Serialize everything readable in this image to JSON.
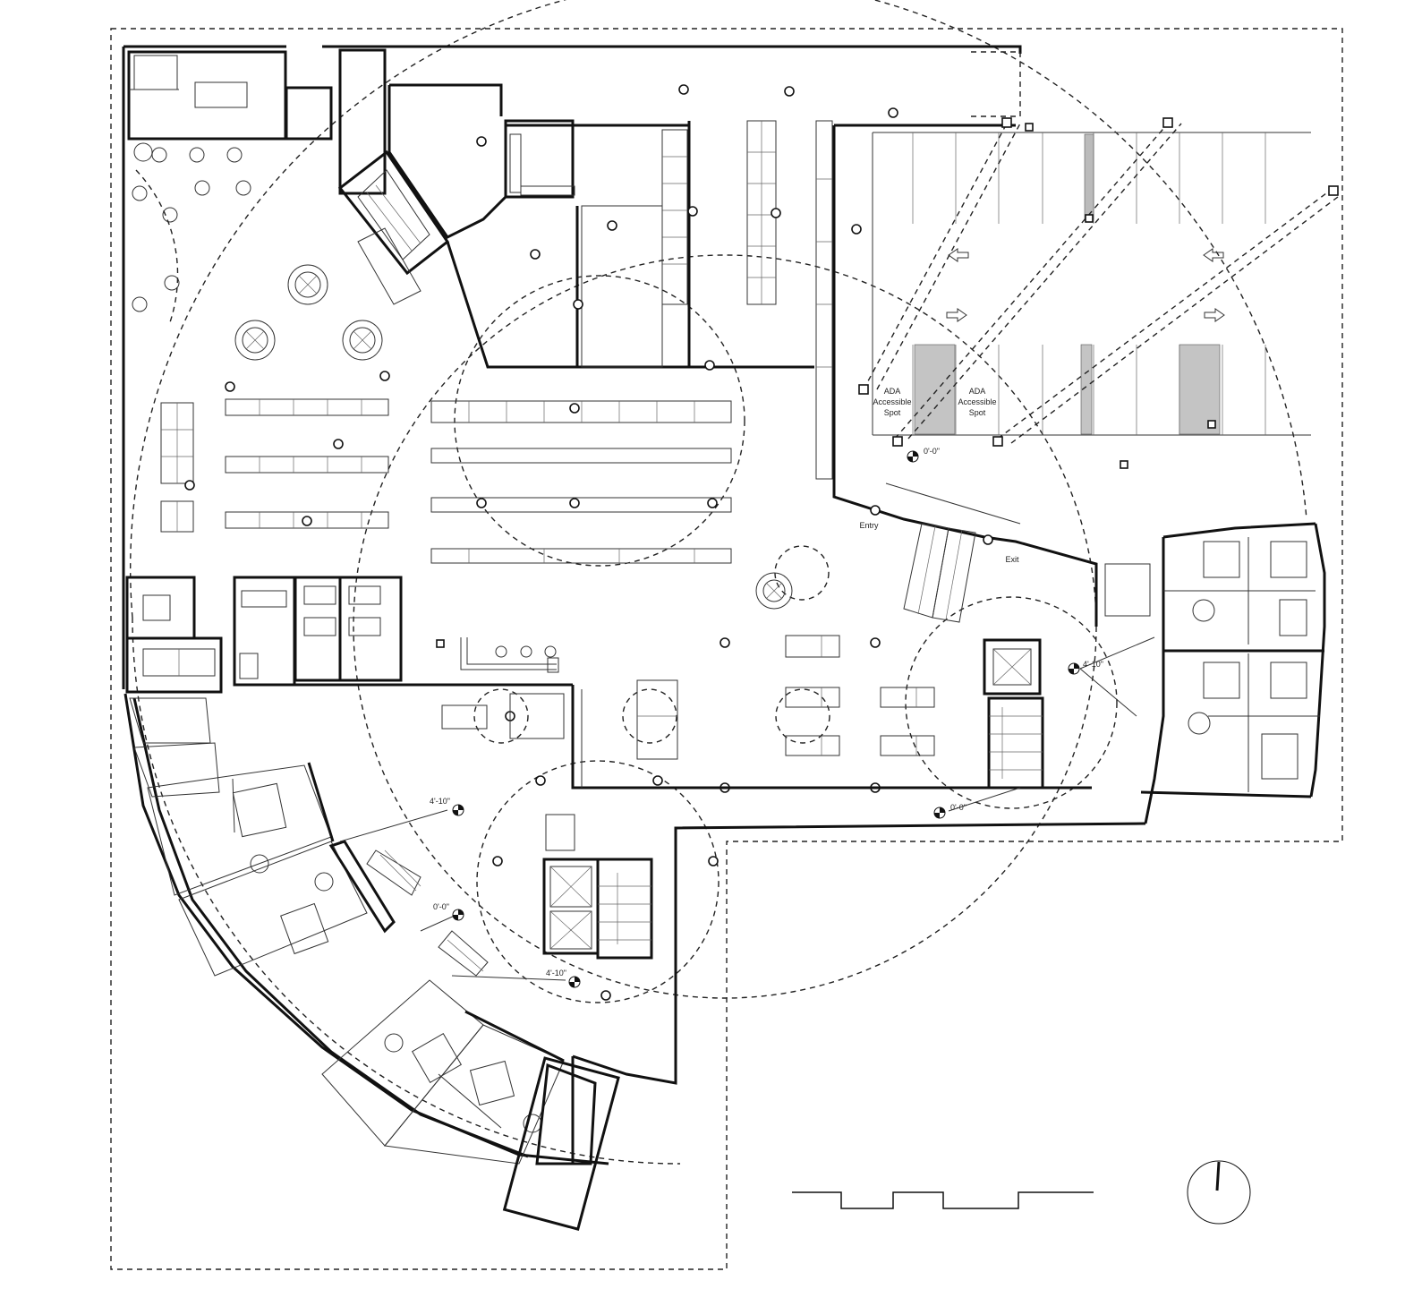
{
  "labels": {
    "ada_left": [
      "ADA",
      "Accessible",
      "Spot"
    ],
    "ada_right": [
      "ADA",
      "Accessible",
      "Spot"
    ],
    "entry": "Entry",
    "exit": "Exit"
  },
  "elevations": {
    "entry_top": "0'-0\"",
    "right_core": "4'-10\"",
    "bottom_right": "0'-0\"",
    "west_wing": "4'-10\"",
    "south_mid": "0'-0\"",
    "south_core": "4'-10\""
  },
  "icons": {
    "north_arrow": "north-arrow-icon",
    "scale_bar": "scale-bar-icon",
    "elevation_marker": "elevation-marker-icon"
  }
}
